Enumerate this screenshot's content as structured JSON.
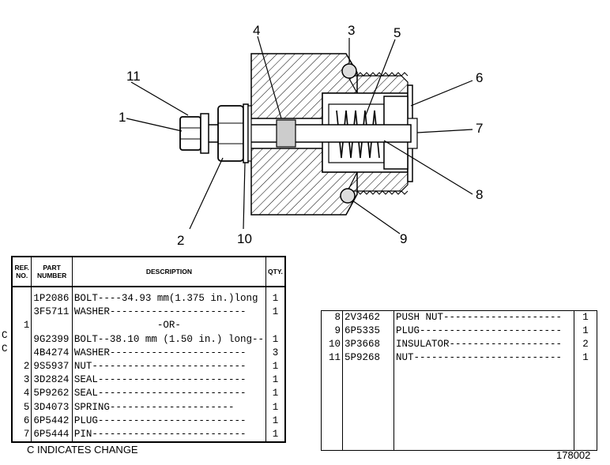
{
  "callouts": [
    "1",
    "2",
    "3",
    "4",
    "5",
    "6",
    "7",
    "8",
    "9",
    "10",
    "11"
  ],
  "table_headers": {
    "ref": "REF. NO.",
    "part": "PART NUMBER",
    "desc": "DESCRIPTION",
    "qty": "QTY."
  },
  "table1_rows": [
    {
      "ref": "",
      "part": "1P2086",
      "desc": "BOLT----34.93 mm(1.375 in.)long",
      "qty": "1"
    },
    {
      "ref": "",
      "part": "3F5711",
      "desc": "WASHER-----------------------",
      "qty": "1"
    },
    {
      "ref": "1",
      "part": "",
      "desc": "-OR-",
      "qty": ""
    },
    {
      "ref": "",
      "part": "9G2399",
      "desc": "BOLT--38.10 mm (1.50 in.) long--",
      "qty": "1",
      "change": "C"
    },
    {
      "ref": "",
      "part": "4B4274",
      "desc": "WASHER-----------------------",
      "qty": "3",
      "change": "C"
    },
    {
      "ref": "2",
      "part": "9S5937",
      "desc": "NUT--------------------------",
      "qty": "1"
    },
    {
      "ref": "3",
      "part": "3D2824",
      "desc": "SEAL-------------------------",
      "qty": "1"
    },
    {
      "ref": "4",
      "part": "5P9262",
      "desc": "SEAL-------------------------",
      "qty": "1"
    },
    {
      "ref": "5",
      "part": "3D4073",
      "desc": "SPRING---------------------",
      "qty": "1"
    },
    {
      "ref": "6",
      "part": "6P5442",
      "desc": "PLUG-------------------------",
      "qty": "1"
    },
    {
      "ref": "7",
      "part": "6P5444",
      "desc": "PIN--------------------------",
      "qty": "1"
    }
  ],
  "table2_rows": [
    {
      "ref": "8",
      "part": "2V3462",
      "desc": "PUSH NUT--------------------",
      "qty": "1"
    },
    {
      "ref": "9",
      "part": "6P5335",
      "desc": "PLUG------------------------",
      "qty": "1"
    },
    {
      "ref": "10",
      "part": "3P3668",
      "desc": "INSULATOR-------------------",
      "qty": "2"
    },
    {
      "ref": "11",
      "part": "5P9268",
      "desc": "NUT-------------------------",
      "qty": "1"
    }
  ],
  "note": "C INDICATES CHANGE",
  "doc_number": "178002"
}
